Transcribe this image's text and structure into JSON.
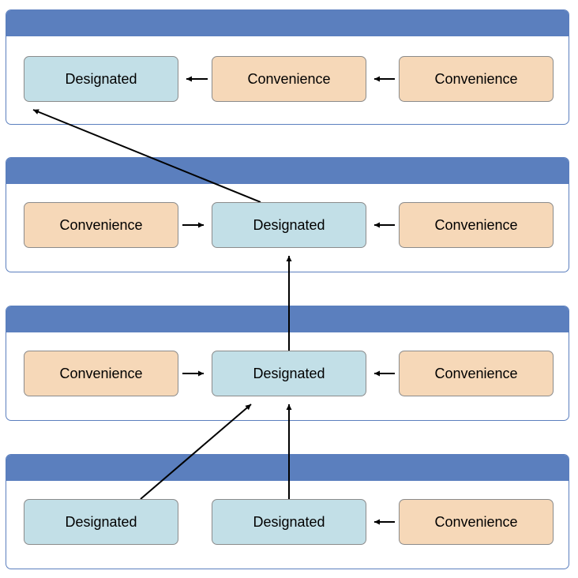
{
  "colors": {
    "header": "#5b7fbe",
    "border": "#5b7fbe",
    "designated": "#c2dfe7",
    "convenience": "#f6d8b8",
    "arrow": "#000000"
  },
  "levels": [
    {
      "nodes": [
        {
          "label": "Designated",
          "kind": "designated"
        },
        {
          "label": "Convenience",
          "kind": "convenience"
        },
        {
          "label": "Convenience",
          "kind": "convenience"
        }
      ]
    },
    {
      "nodes": [
        {
          "label": "Convenience",
          "kind": "convenience"
        },
        {
          "label": "Designated",
          "kind": "designated"
        },
        {
          "label": "Convenience",
          "kind": "convenience"
        }
      ]
    },
    {
      "nodes": [
        {
          "label": "Convenience",
          "kind": "convenience"
        },
        {
          "label": "Designated",
          "kind": "designated"
        },
        {
          "label": "Convenience",
          "kind": "convenience"
        }
      ]
    },
    {
      "nodes": [
        {
          "label": "Designated",
          "kind": "designated"
        },
        {
          "label": "Designated",
          "kind": "designated"
        },
        {
          "label": "Convenience",
          "kind": "convenience"
        }
      ]
    }
  ],
  "edges": [
    {
      "from": "0.1",
      "to": "0.0"
    },
    {
      "from": "0.2",
      "to": "0.1"
    },
    {
      "from": "1.0",
      "to": "1.1"
    },
    {
      "from": "1.2",
      "to": "1.1"
    },
    {
      "from": "1.1",
      "to": "0.0"
    },
    {
      "from": "2.0",
      "to": "2.1"
    },
    {
      "from": "2.2",
      "to": "2.1"
    },
    {
      "from": "2.1",
      "to": "1.1"
    },
    {
      "from": "3.2",
      "to": "3.1"
    },
    {
      "from": "3.0",
      "to": "2.1"
    },
    {
      "from": "3.1",
      "to": "2.1"
    }
  ]
}
